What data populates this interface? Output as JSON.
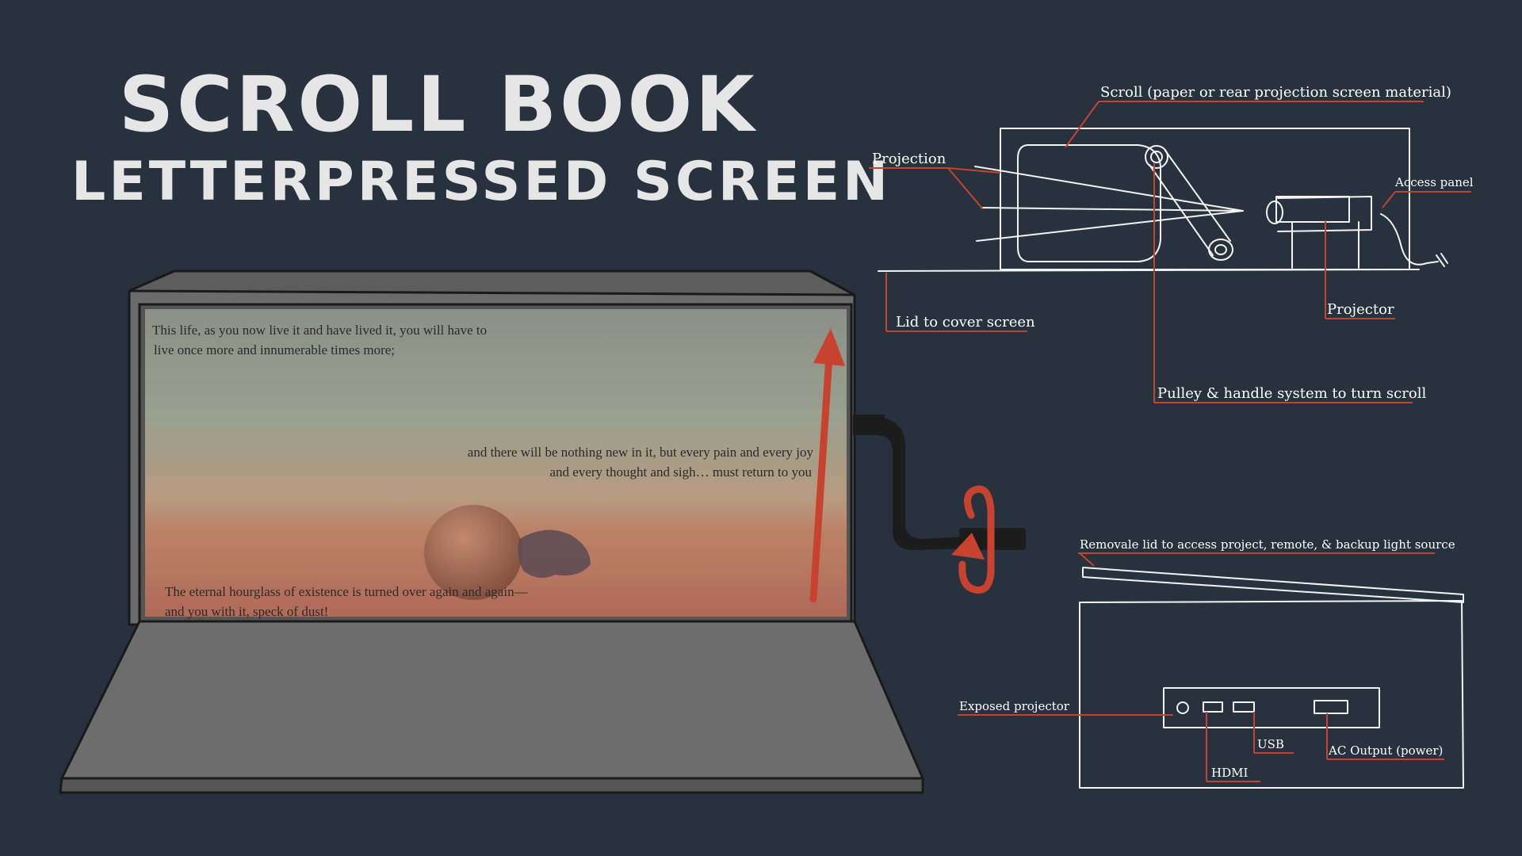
{
  "title": {
    "line1": "SCROLL BOOK",
    "line2": "LETTERPRESSED SCREEN"
  },
  "screen_text": {
    "line1": "This life, as you now live it and have lived it, you will have to",
    "line2": "live once more and innumerable times more;",
    "line3": "and there will be nothing new in it, but every pain and every joy",
    "line4": "and every thought and sigh… must return to you",
    "line5": "The eternal hourglass of existence is turned over again and again—",
    "line6": "and you with it, speck of dust!"
  },
  "side_diagram": {
    "scroll": "Scroll (paper or rear projection screen material)",
    "projection": "Projection",
    "access_panel": "Access panel",
    "lid": "Lid to cover screen",
    "projector": "Projector",
    "pulley": "Pulley & handle system to turn scroll"
  },
  "back_diagram": {
    "removable_lid": "Removale lid to access project, remote, & backup light source",
    "exposed_projector": "Exposed projector",
    "usb": "USB",
    "hdmi": "HDMI",
    "ac_output": "AC Output (power)"
  },
  "colors": {
    "background": "#28323e",
    "accent_red": "#c8432f",
    "sketch_white": "#f2f2f2",
    "box_gray": "#6a6a6a"
  }
}
